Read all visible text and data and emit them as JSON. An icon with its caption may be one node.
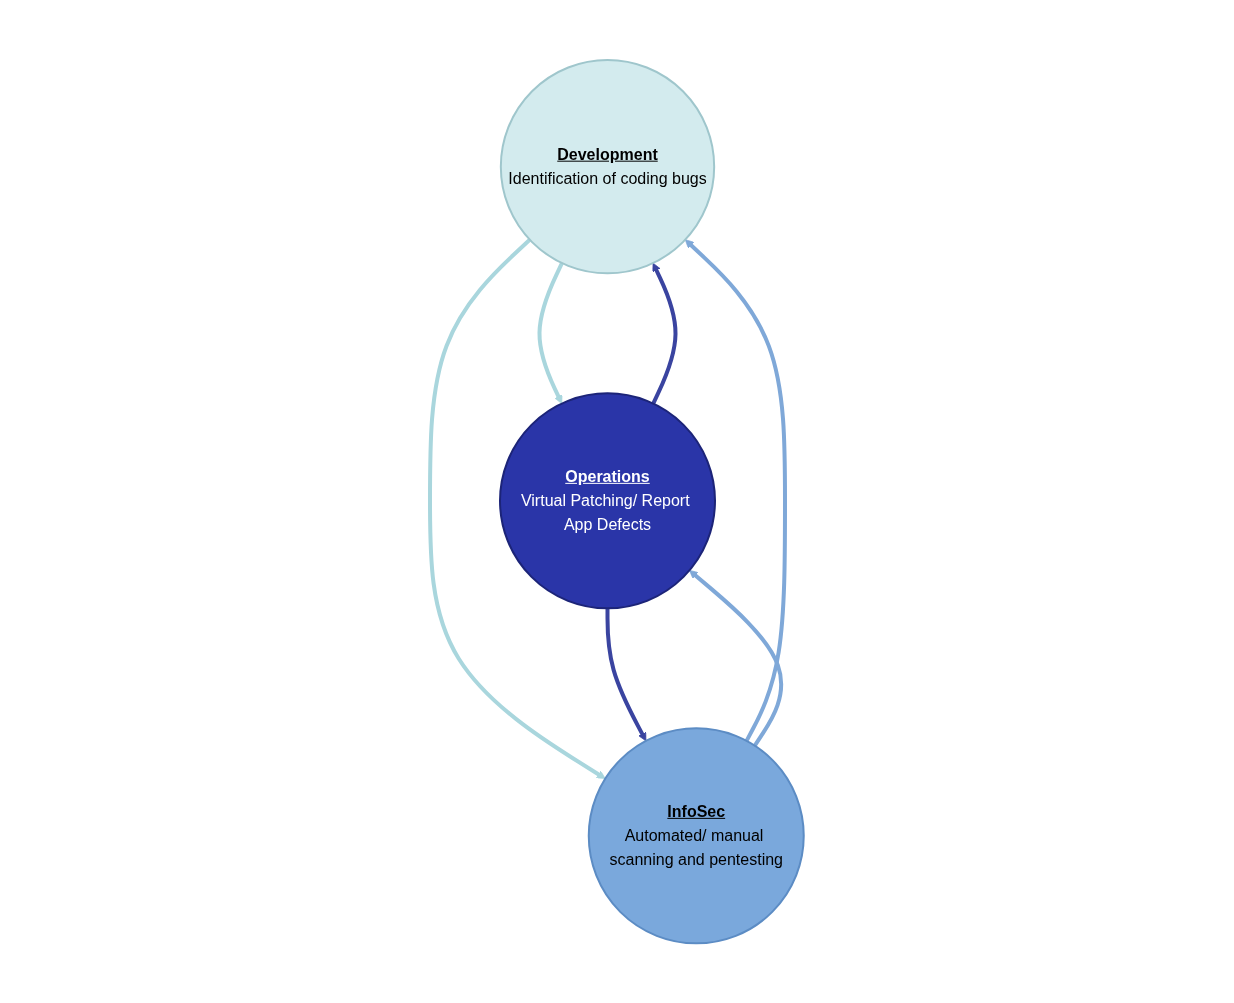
{
  "diagram": {
    "nodes": [
      {
        "text": [
          "Development",
          "Identification of coding bugs"
        ]
      },
      {
        "text": [
          "Operations",
          "Virtual Patching/ Report App Defects"
        ]
      },
      {
        "text": [
          "InfoSec",
          "Automated/ manual scanning and pentesting"
        ]
      }
    ],
    "edges": [
      {
        "from": 0,
        "to": 1,
        "arrow": "to",
        "color": "#a9d6dd"
      },
      {
        "from": 1,
        "to": 0,
        "arrow": "to",
        "color": "#3a44a0"
      },
      {
        "from": 0,
        "to": 2,
        "arrow": "to",
        "color": "#a9d6dd"
      },
      {
        "from": 2,
        "to": 0,
        "arrow": "to",
        "color": "#7fa8d8"
      },
      {
        "from": 1,
        "to": 2,
        "arrow": "to",
        "color": "#3a44a0"
      },
      {
        "from": 2,
        "to": 1,
        "arrow": "to",
        "color": "#7fa8d8"
      }
    ]
  }
}
